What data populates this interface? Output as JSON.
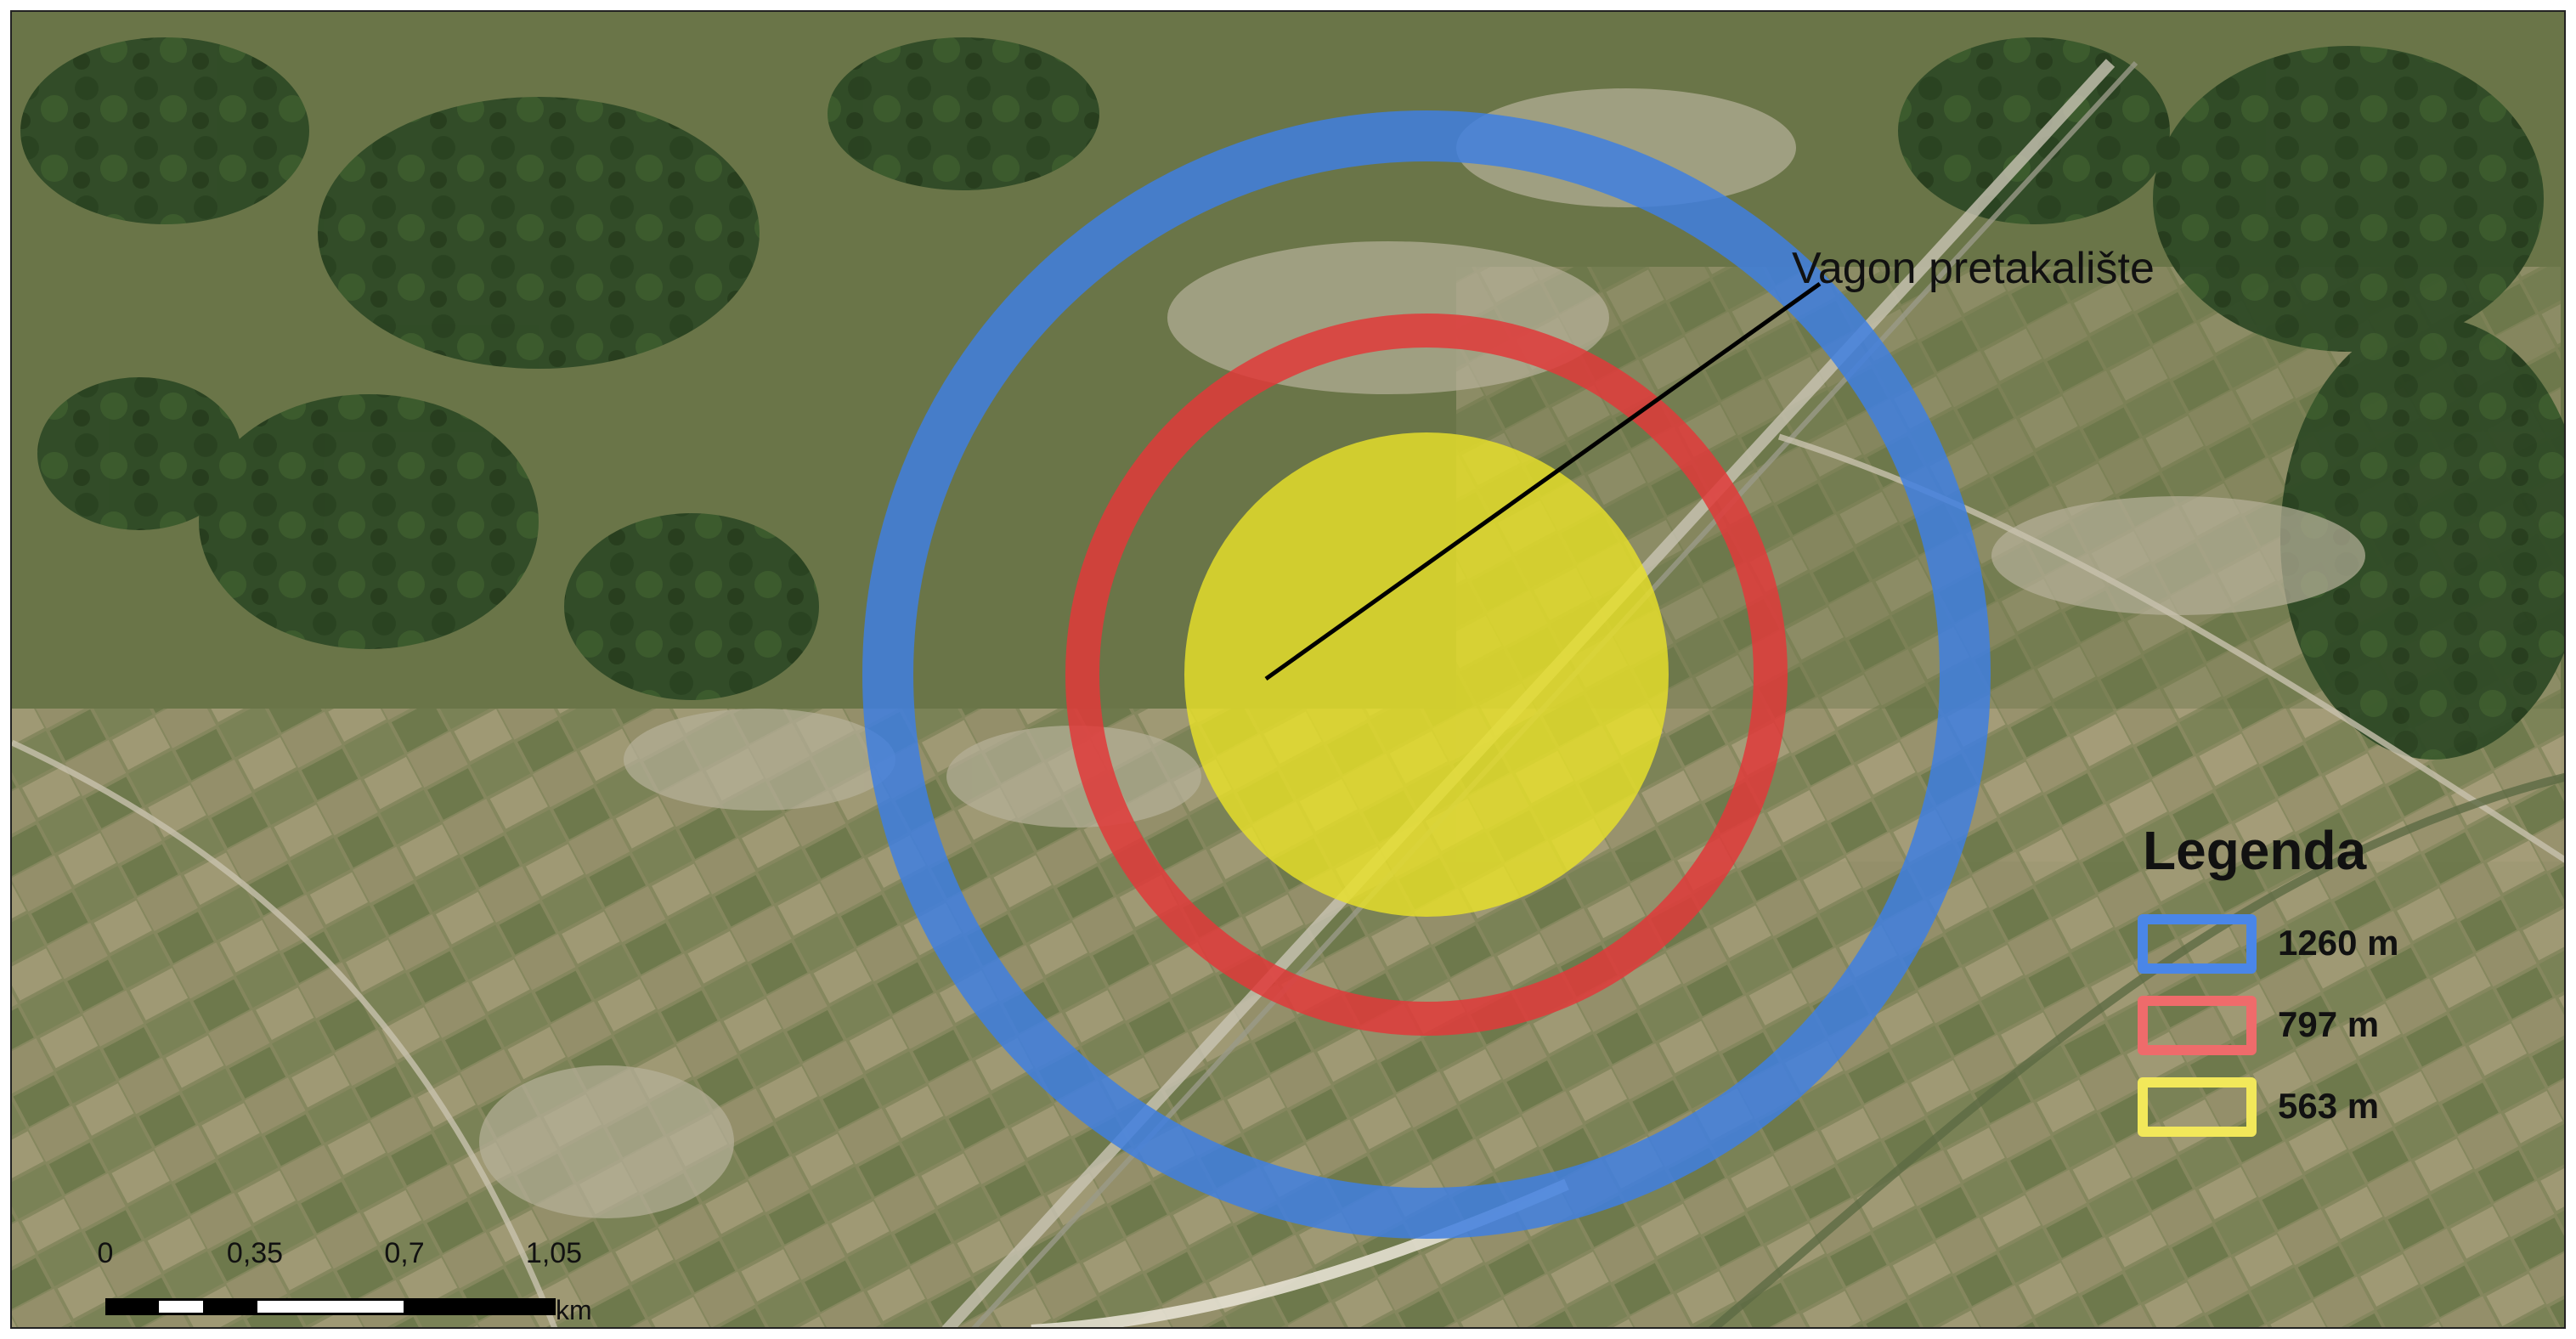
{
  "map": {
    "callout": {
      "label": "Vagon pretakalište"
    },
    "zones": [
      {
        "radius_m": 1260,
        "label": "1260 m",
        "color": "#3f7fe0",
        "style": "ring"
      },
      {
        "radius_m": 797,
        "label": "797 m",
        "color": "#e03a3a",
        "style": "ring"
      },
      {
        "radius_m": 563,
        "label": "563 m",
        "color": "#e8e02a",
        "style": "filled"
      }
    ],
    "legend": {
      "title": "Legenda",
      "items": [
        {
          "label": "1260 m",
          "color": "#4a86e8"
        },
        {
          "label": "797 m",
          "color": "#ef6b6b"
        },
        {
          "label": "563 m",
          "color": "#f2e85a"
        }
      ]
    },
    "scalebar": {
      "ticks": [
        "0",
        "0,35",
        "0,7",
        "1,05"
      ],
      "unit": "km"
    }
  }
}
